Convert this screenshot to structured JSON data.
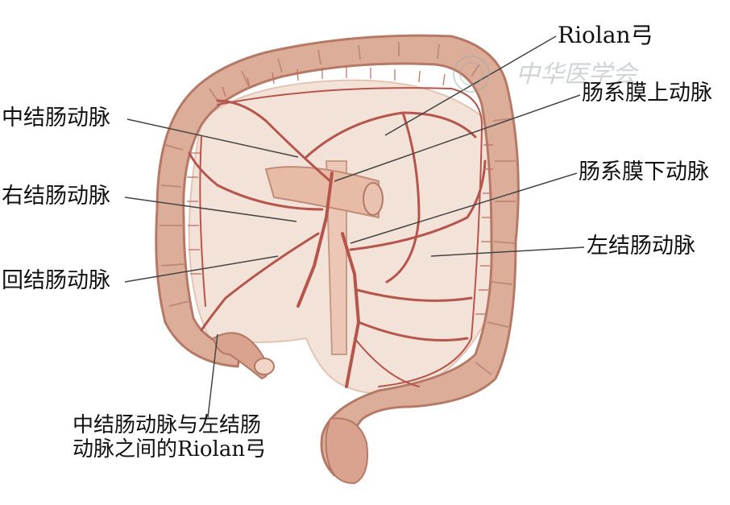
{
  "labels": {
    "riolan_arc": "Riolan弓",
    "middle_colic": "中结肠动脉",
    "sma": "肠系膜上动脉",
    "right_colic": "右结肠动脉",
    "ima": "肠系膜下动脉",
    "ileocolic": "回结肠动脉",
    "left_colic": "左结肠动脉"
  },
  "caption": {
    "line1": "中结肠动脉与左结肠",
    "line2": "动脉之间的Riolan弓"
  },
  "watermark": {
    "text": "中华医学会"
  },
  "colors": {
    "colon_fill": "#dcae99",
    "colon_stroke": "#b57966",
    "artery": "#b5554c",
    "mesentery": "#f3e2d8",
    "leader": "#444444"
  }
}
